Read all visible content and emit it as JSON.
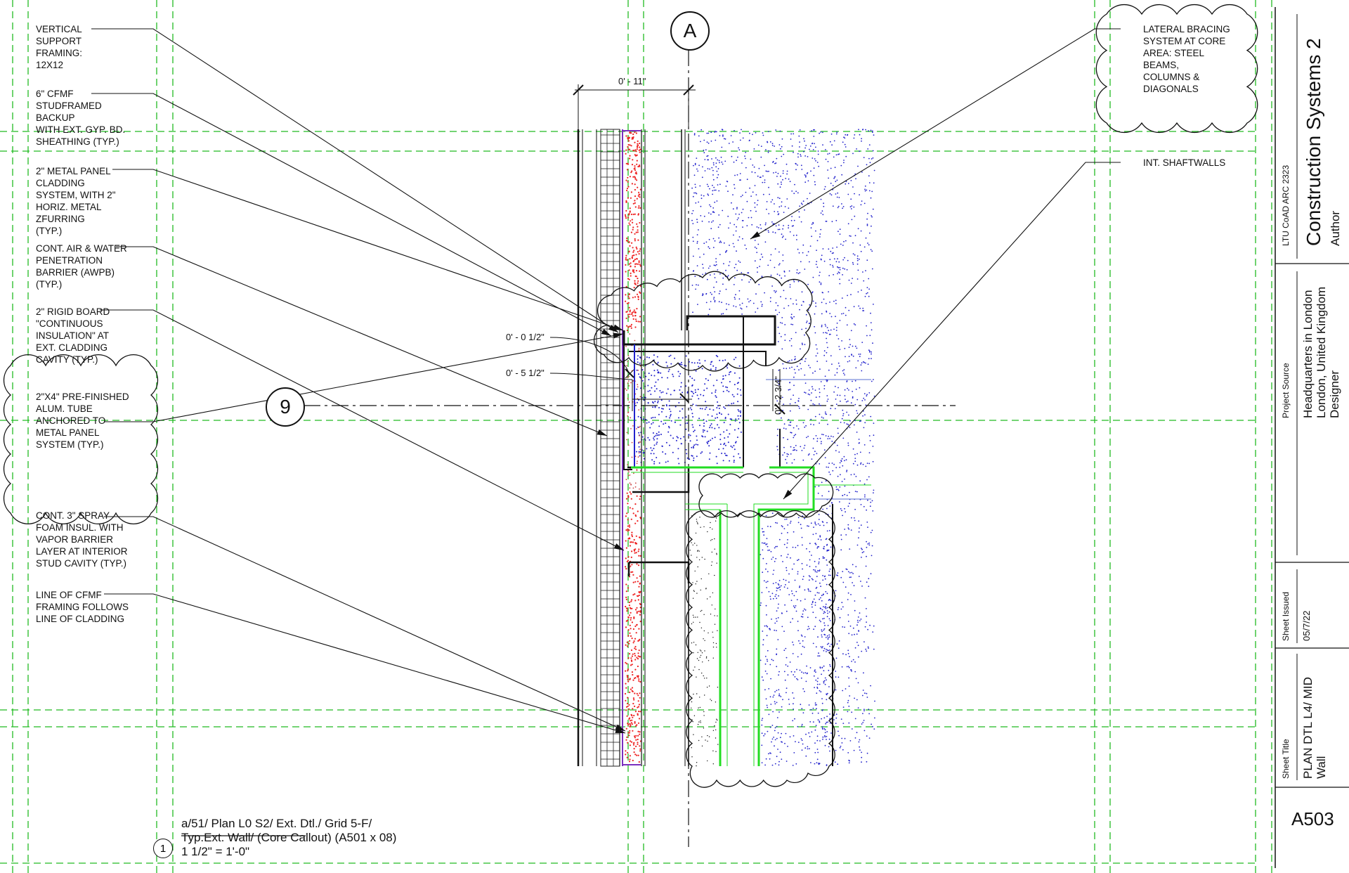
{
  "grid_labels": {
    "column": "A",
    "row": "9"
  },
  "dimensions": {
    "overall": "0' - 11\"",
    "half_inch": "0' - 0 1/2\"",
    "five_half": "0' - 5 1/2\"",
    "two_three_quarter": "0' - 2 3/4\""
  },
  "notes_left": [
    {
      "text": "VERTICAL\nSUPPORT\nFRAMING:\n12X12"
    },
    {
      "text": "6\" CFMF\nSTUDFRAMED\nBACKUP\nWITH EXT. GYP. BD.\nSHEATHING (TYP.)"
    },
    {
      "text": "2\" METAL PANEL\nCLADDING\nSYSTEM, WITH 2\"\nHORIZ. METAL\nZFURRING\n(TYP.)"
    },
    {
      "text": "CONT. AIR & WATER\nPENETRATION\nBARRIER (AWPB)\n(TYP.)"
    },
    {
      "text": "2\" RIGID BOARD\n\"CONTINUOUS\nINSULATION\" AT\nEXT. CLADDING\nCAVITY (TYP.)"
    },
    {
      "text": "2\"X4\" PRE-FINISHED\nALUM. TUBE\nANCHORED TO\nMETAL PANEL\nSYSTEM (TYP.)"
    },
    {
      "text": "CONT. 3\" SPRAY\nFOAM INSUL. WITH\nVAPOR BARRIER\nLAYER AT INTERIOR\nSTUD CAVITY (TYP.)"
    },
    {
      "text": "LINE OF CFMF\nFRAMING FOLLOWS\nLINE OF CLADDING"
    }
  ],
  "notes_right": [
    {
      "text": "LATERAL BRACING\nSYSTEM AT CORE\nAREA: STEEL\nBEAMS,\nCOLUMNS &\nDIAGONALS"
    },
    {
      "text": "INT. SHAFTWALLS"
    }
  ],
  "callout": {
    "number": "1",
    "line1": "a/51/ Plan L0 S2/ Ext. Dtl./ Grid 5-F/",
    "line2": "Typ.Ext. Wall/ (Core Callout) (A501 x 08)",
    "scale": "1 1/2\" = 1'-0\""
  },
  "title_block": {
    "course": "LTU CoAD ARC 2323",
    "course_title": "Construction Systems 2",
    "author": "Author",
    "project_source_label": "Project Source",
    "project_line1": "Headquarters in London",
    "project_line2": "London, United Kingdom",
    "project_line3": "Designer",
    "sheet_issued_label": "Sheet Issued",
    "sheet_issued": "05/7/22",
    "sheet_title_label": "Sheet Title",
    "sheet_title_line1": "PLAN  DTL L4/ MID",
    "sheet_title_line2": "Wall",
    "sheet_number": "A503"
  },
  "colors": {
    "grid": "#22bb22",
    "shaftwall": "#22dd22",
    "concrete_dots": "#2222cc",
    "insulation_dots": "#ee2222",
    "barrier": "#7b2fbf",
    "linework": "#111111"
  }
}
